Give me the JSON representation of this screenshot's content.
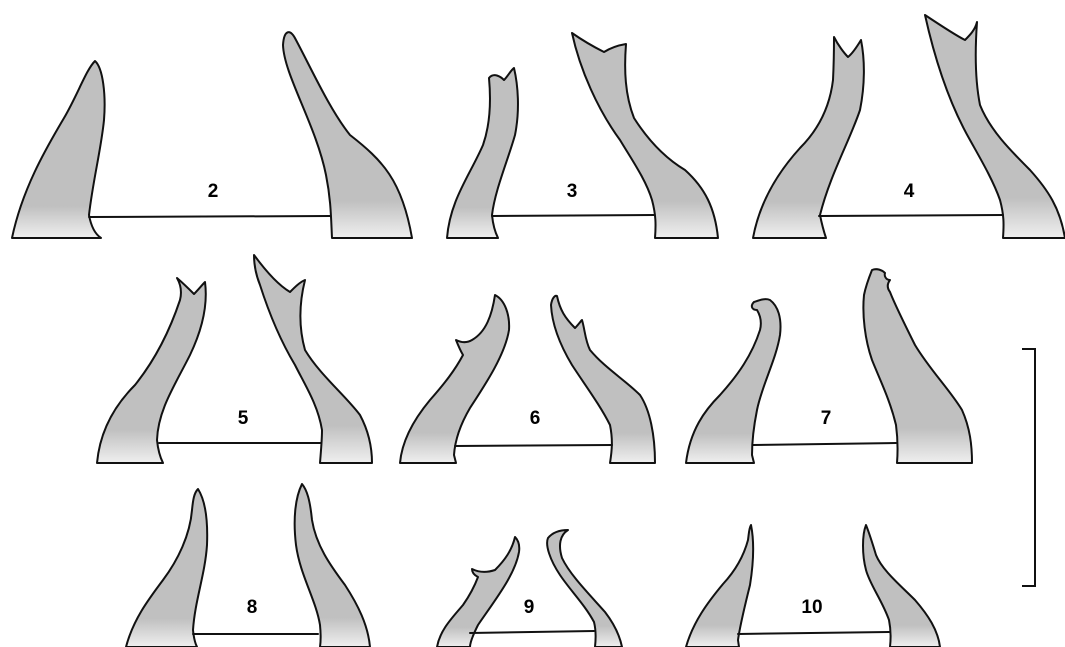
{
  "plate": {
    "figures": [
      {
        "label": "2"
      },
      {
        "label": "3"
      },
      {
        "label": "4"
      },
      {
        "label": "5"
      },
      {
        "label": "6"
      },
      {
        "label": "7"
      },
      {
        "label": "8"
      },
      {
        "label": "9"
      },
      {
        "label": "10"
      }
    ],
    "colors": {
      "fill": "#c0c0c0",
      "outline": "#111111",
      "background": "#ffffff"
    },
    "scale_bar": {
      "label": ""
    }
  }
}
